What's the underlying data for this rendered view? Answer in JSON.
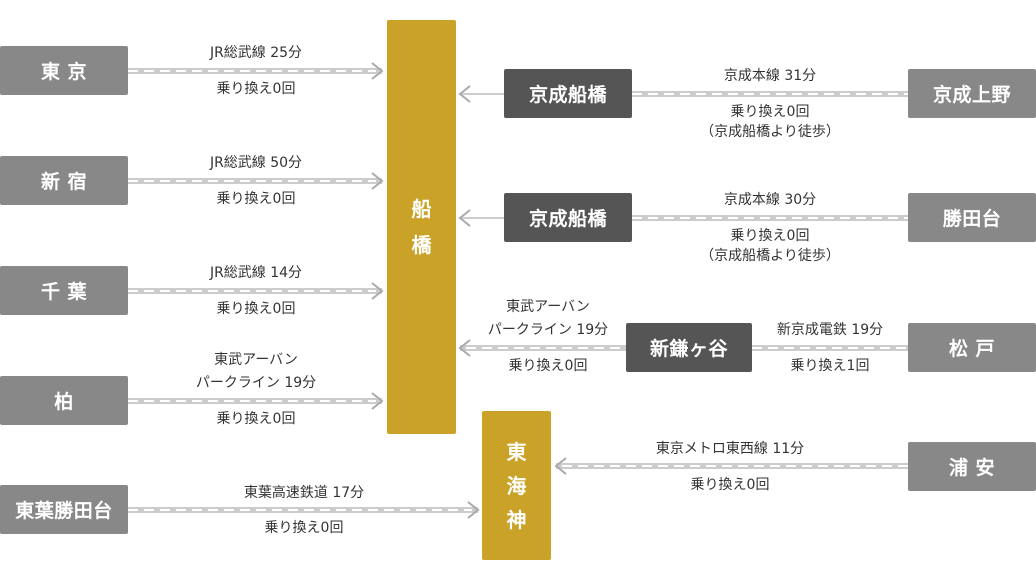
{
  "hubs": {
    "funabashi": [
      "船",
      "橋"
    ],
    "toyocho": [
      "東",
      "海",
      "神"
    ]
  },
  "origins": {
    "tokyo": "東 京",
    "shinjuku": "新 宿",
    "chiba": "千 葉",
    "kashiwa": "柏",
    "higashi_habu": "東葉勝田台",
    "keisei_ueno": "京成上野",
    "katsutadai": "勝田台",
    "matsudo": "松 戸",
    "urayasu": "浦 安"
  },
  "transfers": {
    "keisei_funabashi_1": "京成船橋",
    "keisei_funabashi_2": "京成船橋",
    "shin_kamagaya": "新鎌ヶ谷"
  },
  "routes": {
    "tokyo": {
      "line": "JR総武線 25分",
      "transfer": "乗り換え0回"
    },
    "shinjuku": {
      "line": "JR総武線 50分",
      "transfer": "乗り換え0回"
    },
    "chiba": {
      "line": "JR総武線 14分",
      "transfer": "乗り換え0回"
    },
    "kashiwa": {
      "line1": "東武アーバン",
      "line2": "パークライン 19分",
      "transfer": "乗り換え0回"
    },
    "higashi_habu": {
      "line": "東葉高速鉄道 17分",
      "transfer": "乗り換え0回"
    },
    "keisei_ueno": {
      "line": "京成本線 31分",
      "transfer": "乗り換え0回",
      "note": "（京成船橋より徒歩）"
    },
    "katsutadai": {
      "line": "京成本線 30分",
      "transfer": "乗り換え0回",
      "note": "（京成船橋より徒歩）"
    },
    "matsudo": {
      "line": "新京成電鉄 19分",
      "transfer": "乗り換え1回"
    },
    "shin_kamagaya": {
      "line1": "東武アーバン",
      "line2": "パークライン 19分",
      "transfer": "乗り換え0回"
    },
    "urayasu": {
      "line": "東京メトロ東西線 11分",
      "transfer": "乗り換え0回"
    }
  },
  "colors": {
    "hub": "#c9a227",
    "origin": "#888888",
    "transfer_station": "#555555",
    "line": "#cccccc",
    "line_dash": "#ffffff"
  }
}
